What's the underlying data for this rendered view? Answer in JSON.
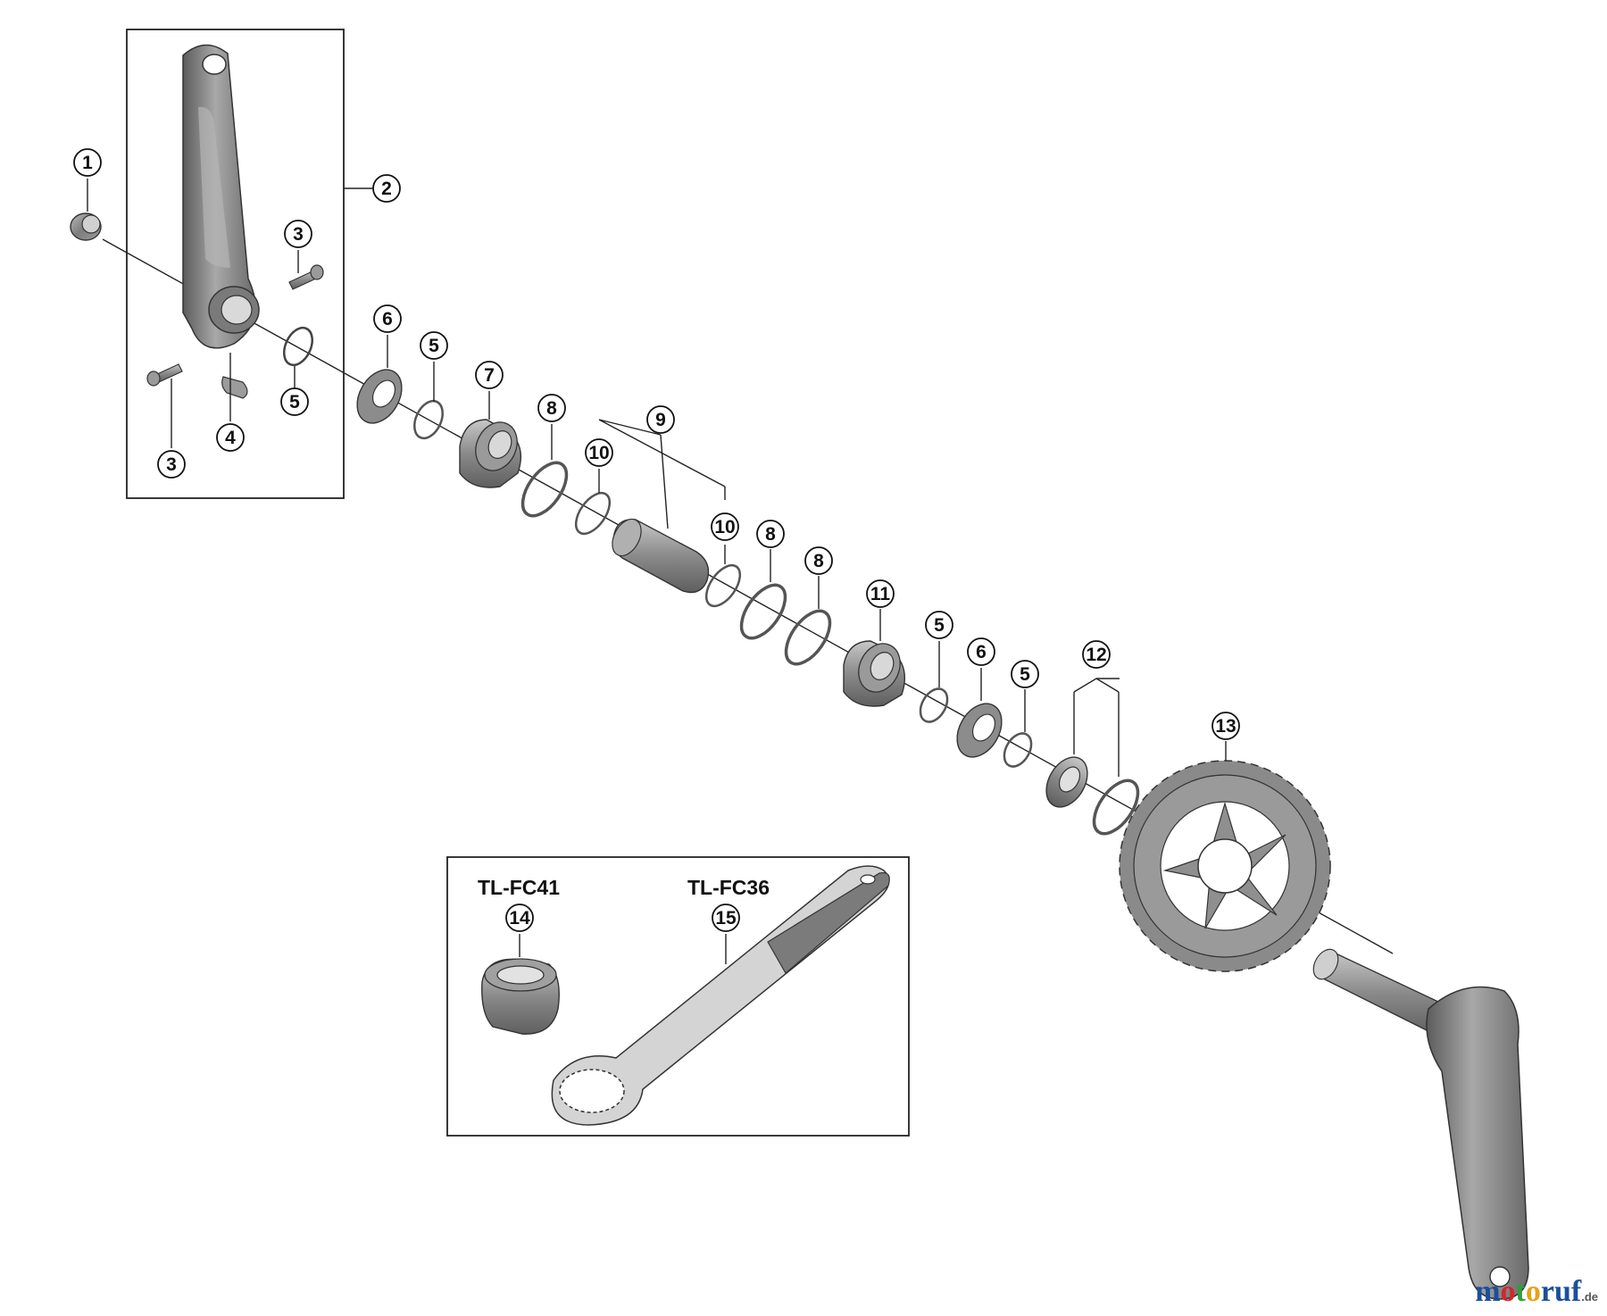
{
  "diagram": {
    "callouts": [
      {
        "id": "c1",
        "label": "1"
      },
      {
        "id": "c2",
        "label": "2"
      },
      {
        "id": "c3a",
        "label": "3"
      },
      {
        "id": "c3b",
        "label": "3"
      },
      {
        "id": "c4",
        "label": "4"
      },
      {
        "id": "c5a",
        "label": "5"
      },
      {
        "id": "c5b",
        "label": "5"
      },
      {
        "id": "c5c",
        "label": "5"
      },
      {
        "id": "c5d",
        "label": "5"
      },
      {
        "id": "c6a",
        "label": "6"
      },
      {
        "id": "c6b",
        "label": "6"
      },
      {
        "id": "c7",
        "label": "7"
      },
      {
        "id": "c8a",
        "label": "8"
      },
      {
        "id": "c8b",
        "label": "8"
      },
      {
        "id": "c8c",
        "label": "8"
      },
      {
        "id": "c9",
        "label": "9"
      },
      {
        "id": "c10a",
        "label": "10"
      },
      {
        "id": "c10b",
        "label": "10"
      },
      {
        "id": "c11",
        "label": "11"
      },
      {
        "id": "c12",
        "label": "12"
      },
      {
        "id": "c13",
        "label": "13"
      },
      {
        "id": "c14",
        "label": "14"
      },
      {
        "id": "c15",
        "label": "15"
      }
    ],
    "tools": {
      "tool_a_label": "TL-FC41",
      "tool_b_label": "TL-FC36"
    },
    "colors": {
      "part_dark": "#6e6e6e",
      "part_mid": "#9a9a9a",
      "part_light": "#cfcfcf",
      "line": "#222222"
    }
  },
  "watermark": {
    "m1": "m",
    "m2": "o",
    "m3": "t",
    "m4": "o",
    "m5": "ruf",
    "tld": ".de"
  }
}
